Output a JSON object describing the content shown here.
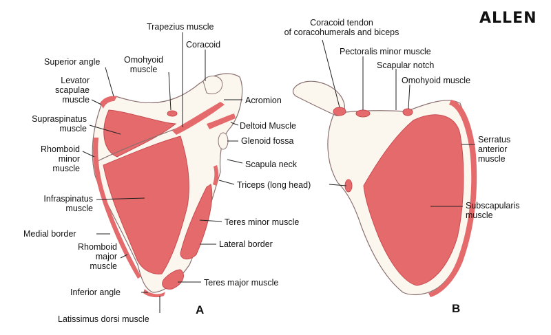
{
  "brand": "ALLEN",
  "view_labels": {
    "a": "A",
    "b": "B"
  },
  "colors": {
    "muscle": "#e56a6c",
    "muscle_dark": "#c94b50",
    "bone": "#fbf7ef",
    "outline": "#8a7070"
  },
  "labels_a": {
    "trapezius": "Trapezius muscle",
    "coracoid": "Coracoid",
    "omohyoid": [
      "Omohyoid",
      "muscle"
    ],
    "superior_angle": "Superior angle",
    "levator": [
      "Levator",
      "scapulae",
      "muscle"
    ],
    "supraspinatus": [
      "Supraspinatus",
      "muscle"
    ],
    "rhomboid_minor": [
      "Rhomboid",
      "minor",
      "muscle"
    ],
    "infraspinatus": [
      "Infraspinatus",
      "muscle"
    ],
    "medial_border": "Medial border",
    "rhomboid_major": [
      "Rhomboid",
      "major",
      "muscle"
    ],
    "inferior_angle": "Inferior angle",
    "latissimus": "Latissimus dorsi muscle",
    "acromion": "Acromion",
    "deltoid": "Deltoid Muscle",
    "glenoid": "Glenoid fossa",
    "scapula_neck": "Scapula neck",
    "triceps": "Triceps (long head)",
    "teres_minor": "Teres minor muscle",
    "lateral_border": "Lateral border",
    "teres_major": "Teres major muscle"
  },
  "labels_b": {
    "coracoid_tendon": [
      "Coracoid tendon",
      "of coracohumerals and biceps"
    ],
    "pectoralis_minor": "Pectoralis minor muscle",
    "scapular_notch": "Scapular notch",
    "omohyoid": "Omohyoid muscle",
    "serratus": [
      "Serratus",
      "anterior",
      "muscle"
    ],
    "subscapularis": [
      "Subscapularis",
      "muscle"
    ]
  }
}
